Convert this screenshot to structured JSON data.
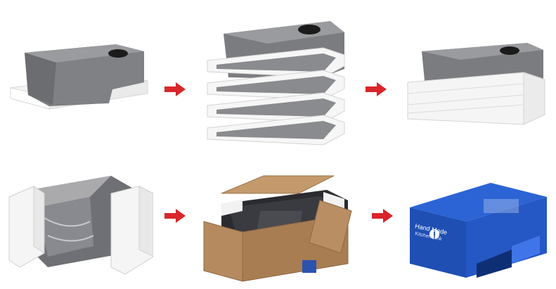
{
  "figure": {
    "colors": {
      "arrow": "#d9262b",
      "sink_steel": "#7a7b7e",
      "foam": "#f3f3f3",
      "cardboard": "#b58a5f",
      "box_blue": "#1f4fb3"
    },
    "box_label": {
      "line1": "Hand Made",
      "line2": "Kitchen Sink"
    },
    "steps": [
      {
        "name": "sink-on-foam-base"
      },
      {
        "name": "stacked-foam-frames"
      },
      {
        "name": "sink-with-foam-frames"
      },
      {
        "name": "foam-frame-with-plastic-bag"
      },
      {
        "name": "sink-in-open-cardboard-box"
      },
      {
        "name": "printed-retail-box"
      }
    ]
  }
}
